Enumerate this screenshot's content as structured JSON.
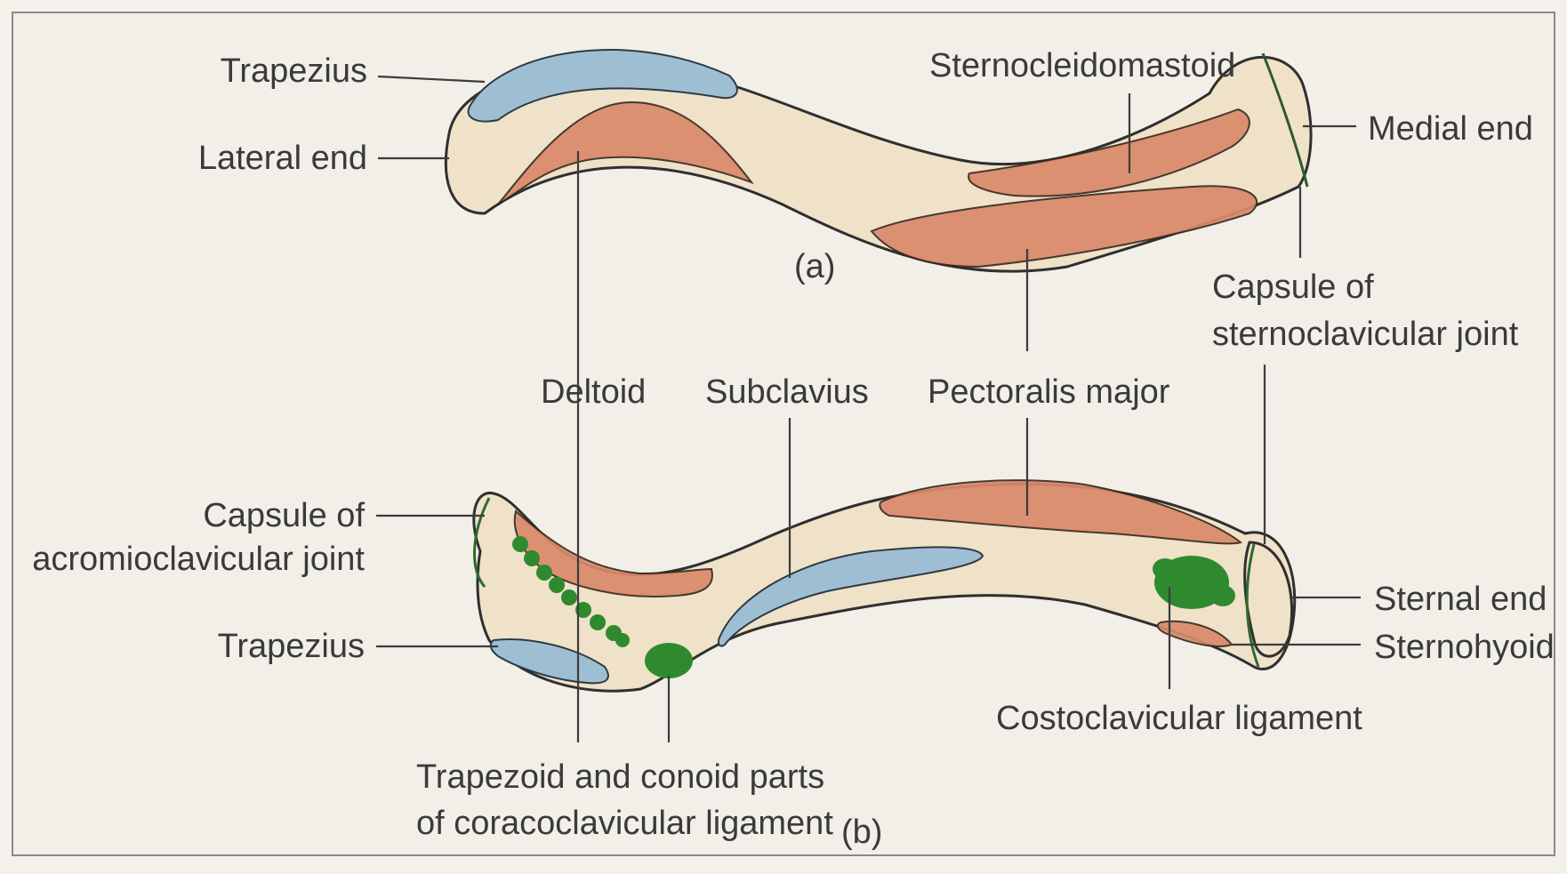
{
  "labels": {
    "a": {
      "trapezius": "Trapezius",
      "lateral_end": "Lateral end",
      "sternocleidomastoid": "Sternocleidomastoid",
      "medial_end": "Medial end",
      "view_tag": "(a)",
      "capsule_sc_1": "Capsule of",
      "capsule_sc_2": "sternoclavicular joint"
    },
    "middle": {
      "deltoid": "Deltoid",
      "subclavius": "Subclavius",
      "pectoralis_major": "Pectoralis major"
    },
    "b": {
      "capsule_ac_1": "Capsule of",
      "capsule_ac_2": "acromioclavicular joint",
      "trapezius": "Trapezius",
      "sternal_end": "Sternal end",
      "sternohyoid": "Sternohyoid",
      "costoclavicular": "Costoclavicular ligament",
      "trapezoid_1": "Trapezoid and conoid parts",
      "trapezoid_2": "of coracoclavicular ligament",
      "view_tag": "(b)"
    }
  },
  "colors": {
    "bone": "#efe2c9",
    "muscle_attachment": "#d98a6a",
    "trapezius_attachment": "#9ebfd3",
    "ligament_attachment": "#2f8a2f",
    "background": "#f3f1ea"
  }
}
